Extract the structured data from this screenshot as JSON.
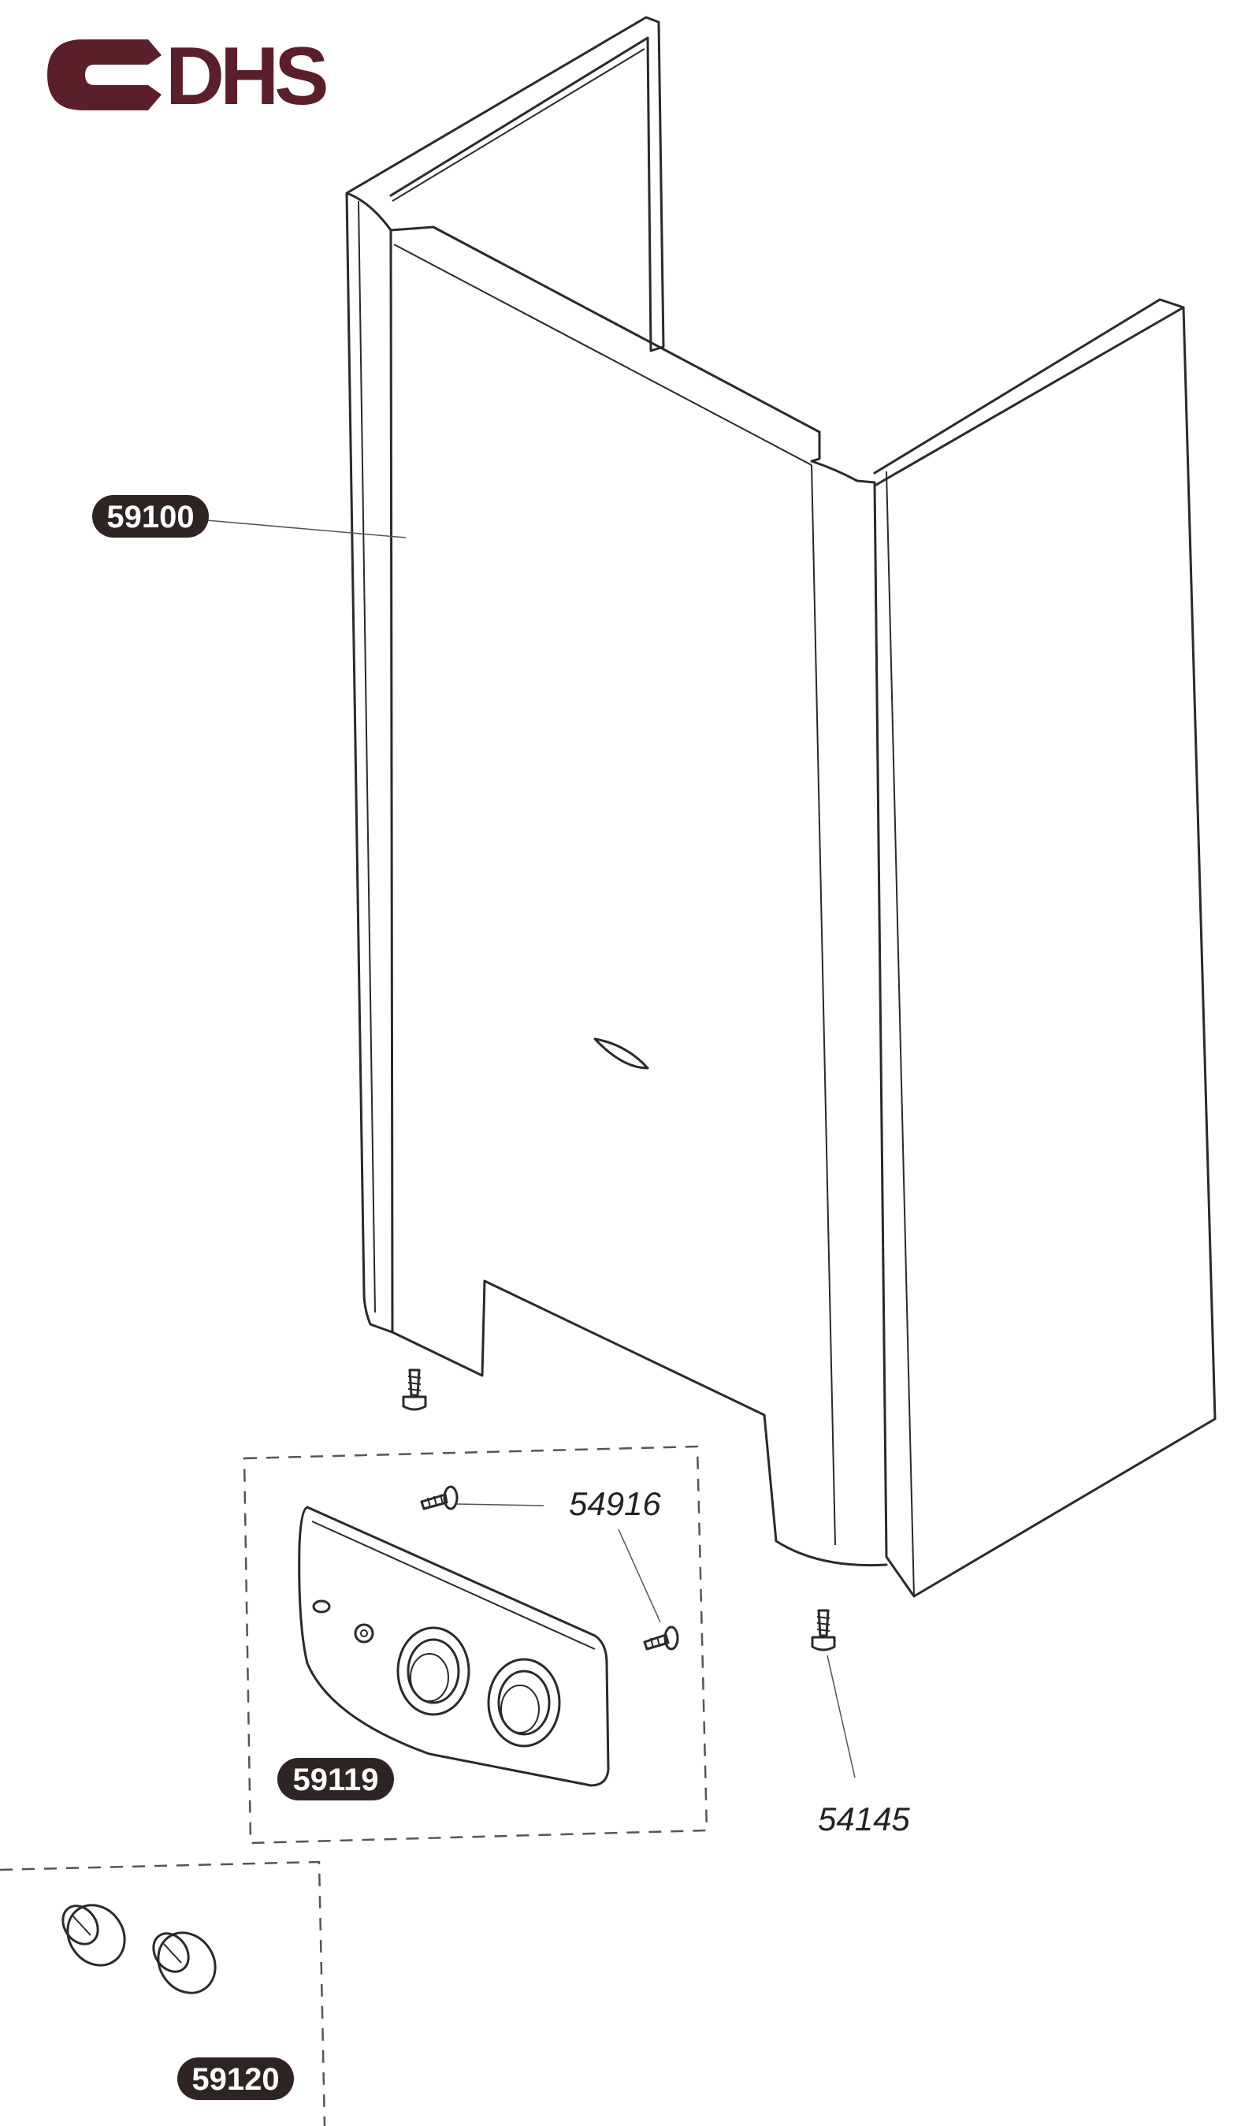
{
  "logo": {
    "text": "DHS",
    "color": "#5b1f2b"
  },
  "parts": {
    "casing": "59100",
    "control_plate": "59119",
    "knobs": "59120",
    "plate_screws": "54916",
    "casing_screws": "54145"
  },
  "colors": {
    "badge": "#2e2424",
    "line": "#2a2a2a"
  }
}
